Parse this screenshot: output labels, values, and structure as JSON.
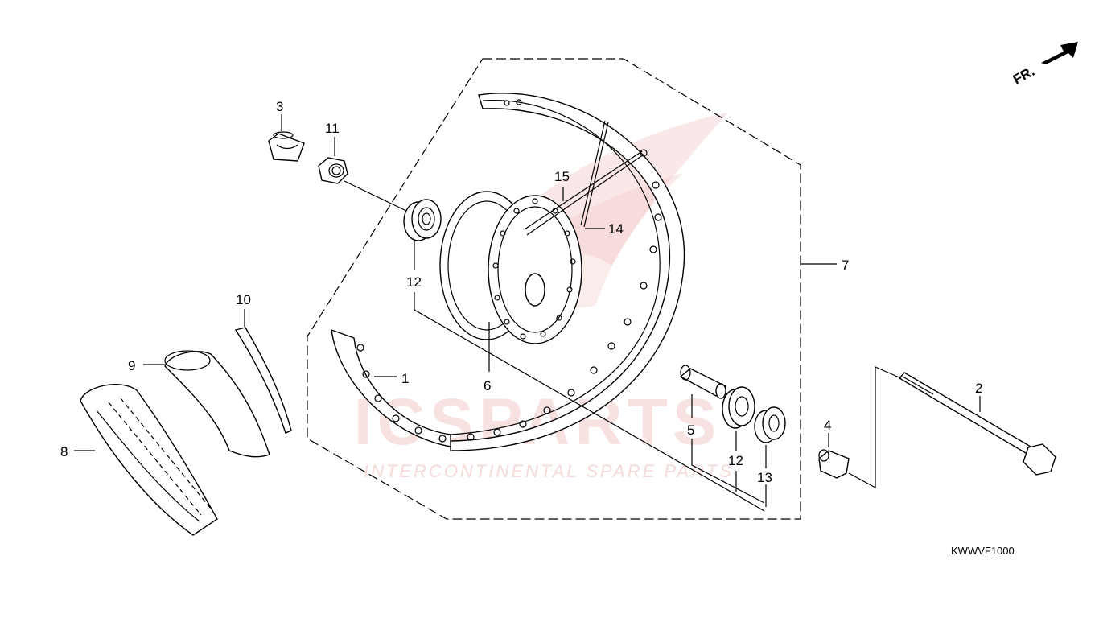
{
  "callouts": [
    {
      "id": "1",
      "text": "1"
    },
    {
      "id": "2",
      "text": "2"
    },
    {
      "id": "3",
      "text": "3"
    },
    {
      "id": "4",
      "text": "4"
    },
    {
      "id": "5",
      "text": "5"
    },
    {
      "id": "6",
      "text": "6"
    },
    {
      "id": "7",
      "text": "7"
    },
    {
      "id": "8",
      "text": "8"
    },
    {
      "id": "9",
      "text": "9"
    },
    {
      "id": "10",
      "text": "10"
    },
    {
      "id": "11",
      "text": "11"
    },
    {
      "id": "12a",
      "text": "12"
    },
    {
      "id": "12b",
      "text": "12"
    },
    {
      "id": "13",
      "text": "13"
    },
    {
      "id": "14",
      "text": "14"
    },
    {
      "id": "15",
      "text": "15"
    }
  ],
  "direction_marker": "FR.",
  "diagram_code": "KWWVF1000",
  "watermark": {
    "brand": "ICSPARTS",
    "tagline": "INTERCONTINENTAL SPARE PARTS",
    "color": "#e8a0a0"
  }
}
